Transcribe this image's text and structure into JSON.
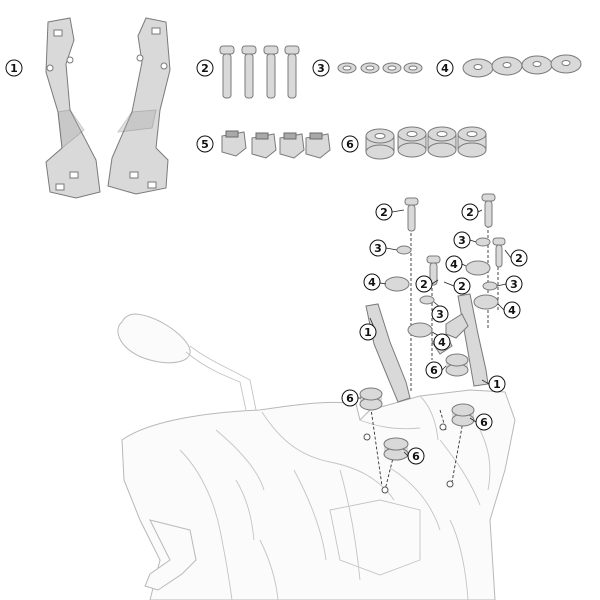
{
  "diagram": {
    "colors": {
      "part_fill": "#d9d9d9",
      "part_stroke": "#7a7a7a",
      "outline": "#b8b8b8",
      "text": "#111111"
    },
    "parts": [
      {
        "number": "1",
        "icon": "bracket-pair-icon"
      },
      {
        "number": "2",
        "icon": "screw-icon"
      },
      {
        "number": "3",
        "icon": "split-washer-icon"
      },
      {
        "number": "4",
        "icon": "flat-washer-icon"
      },
      {
        "number": "5",
        "icon": "cage-nut-icon"
      },
      {
        "number": "6",
        "icon": "spacer-icon"
      }
    ],
    "quantities": {
      "screws": 4,
      "split_washers": 4,
      "flat_washers": 4,
      "cage_nuts": 4,
      "spacers": 4,
      "brackets": 2
    }
  }
}
